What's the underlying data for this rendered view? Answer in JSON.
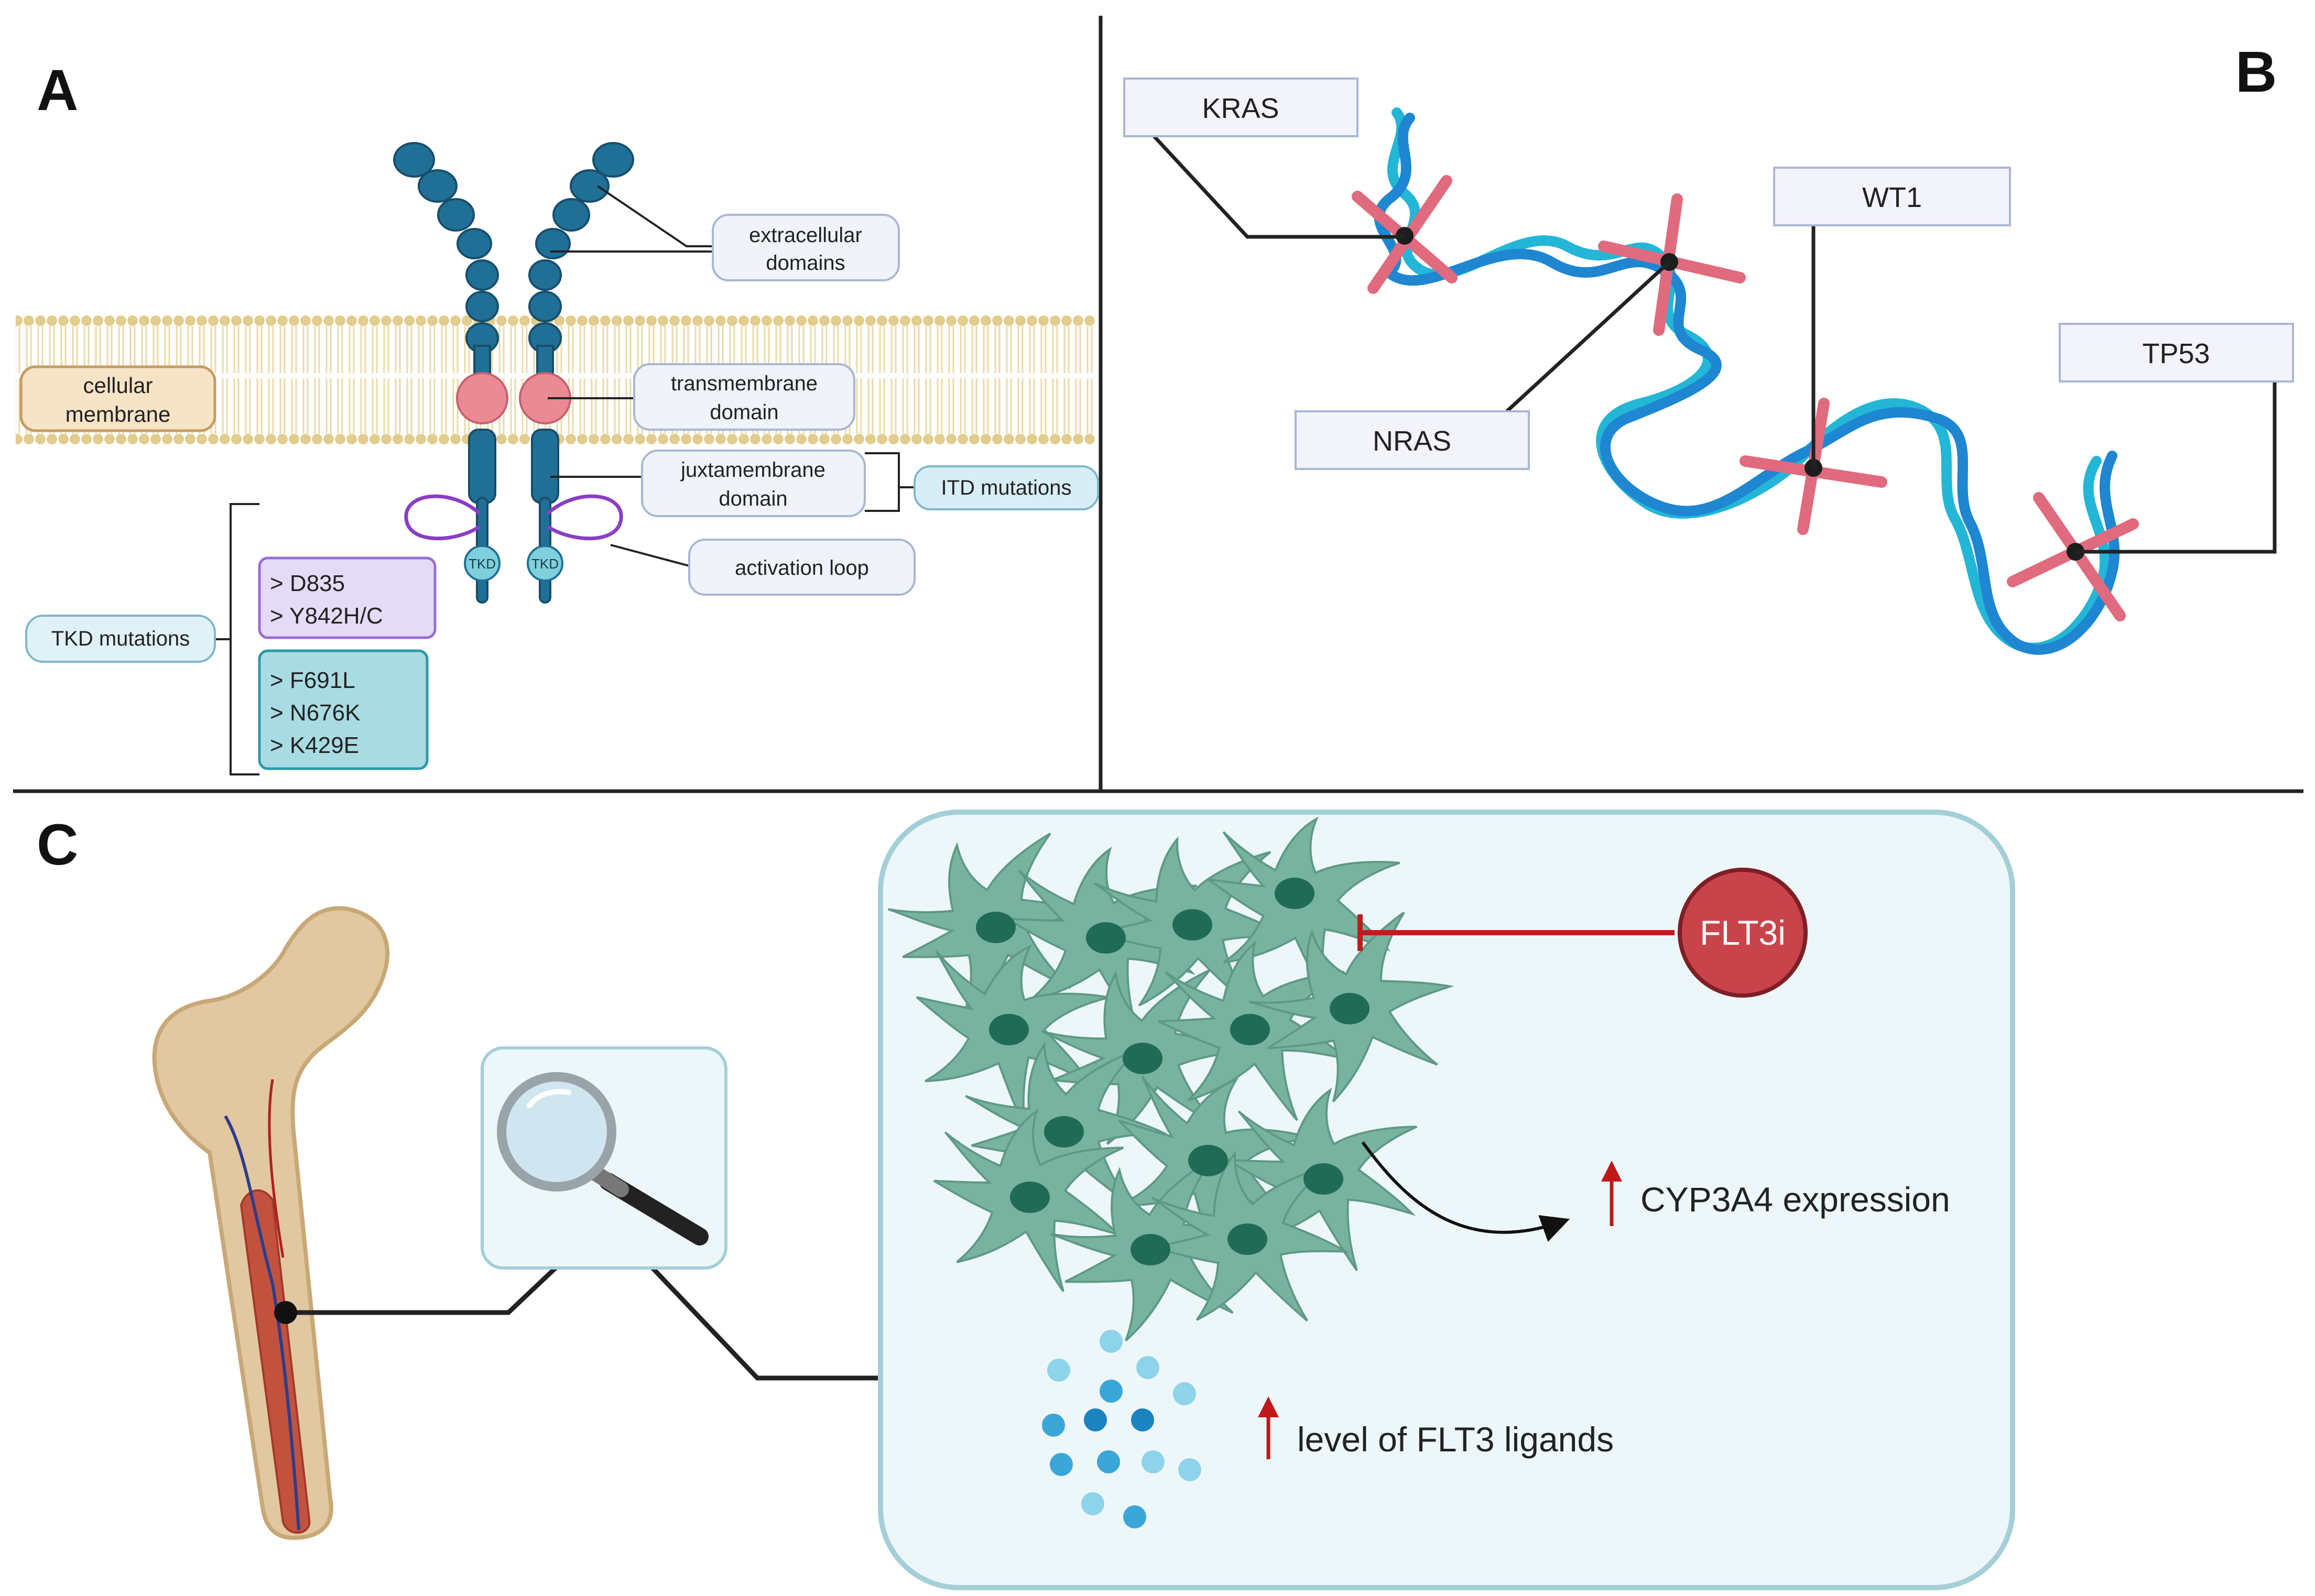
{
  "panels": {
    "a": {
      "letter": "A",
      "membrane_label_1": "cellular",
      "membrane_label_2": "membrane",
      "extracellular_1": "extracellular",
      "extracellular_2": "domains",
      "transmembrane_1": "transmembrane",
      "transmembrane_2": "domain",
      "juxtamembrane_1": "juxtamembrane",
      "juxtamembrane_2": "domain",
      "itd_label": "ITD mutations",
      "activation_loop": "activation loop",
      "tkd_left": "TKD",
      "tkd_right": "TKD",
      "tkd_mutations_label": "TKD mutations",
      "mutation_group_1": [
        "> D835",
        "> Y842H/C"
      ],
      "mutation_group_2": [
        "> F691L",
        "> N676K",
        "> K429E"
      ]
    },
    "b": {
      "letter": "B",
      "genes": {
        "kras": "KRAS",
        "wt1": "WT1",
        "tp53": "TP53",
        "nras": "NRAS"
      }
    },
    "c": {
      "letter": "C",
      "drug": "FLT3i",
      "cyp_label": "CYP3A4 expression",
      "ligand_label": "level of FLT3 ligands"
    }
  },
  "colors": {
    "receptor": "#1f6f96",
    "receptor_dark": "#164e6b",
    "transmembrane": "#e98a95",
    "activation_loop": "#8a3fc2",
    "tkd": "#7fd0dd",
    "membrane": "#e6d29a",
    "membrane_label_bg": "#f7e3c5",
    "label_box_bg": "#f1f3fb",
    "label_box_border": "#a9b7d4",
    "itd_box_bg": "#d7eef7",
    "tkd_box_bg": "#e0f2f8",
    "mutation_box_1_bg": "#e4dbf6",
    "mutation_box_1_border": "#9a6cd6",
    "mutation_box_2_bg": "#a8dbe2",
    "mutation_box_2_border": "#2d9aa8",
    "dna_dark": "#1f86d2",
    "dna_light": "#23b6d6",
    "mutation_cross": "#e06a7e",
    "cell": "#78b3a0",
    "nucleus": "#1f6b55",
    "stroma_box_bg": "#edf6f8",
    "stroma_box_border": "#a4ced8",
    "flt3i": "#c8444a",
    "inhibit": "#b81f1f",
    "bone": "#e2c8a0",
    "marrow": "#c2513e"
  },
  "icons": {
    "magnifier": "magnifier-icon",
    "bone": "femur-icon",
    "arrow_up": "arrow-up-icon"
  }
}
